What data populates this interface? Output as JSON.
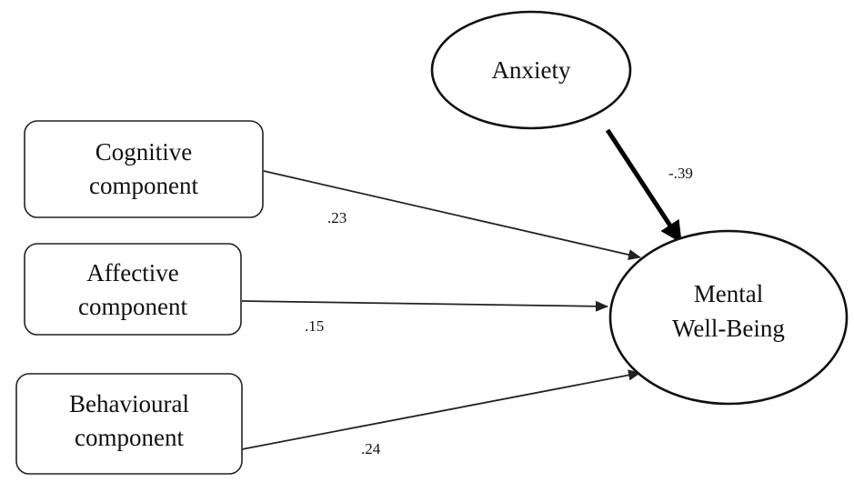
{
  "nodes": {
    "anxiety": {
      "line1": "Anxiety"
    },
    "cognitive": {
      "line1": "Cognitive",
      "line2": "component"
    },
    "affective": {
      "line1": "Affective",
      "line2": "component"
    },
    "behavioural": {
      "line1": "Behavioural",
      "line2": "component"
    },
    "wellbeing": {
      "line1": "Mental",
      "line2": "Well-Being"
    }
  },
  "paths": {
    "anxiety_to_wellbeing": {
      "coefficient": "-.39"
    },
    "cognitive_to_wellbeing": {
      "coefficient": ".23"
    },
    "affective_to_wellbeing": {
      "coefficient": ".15"
    },
    "behavioural_to_wellbeing": {
      "coefficient": ".24"
    }
  },
  "colors": {
    "stroke": "#222222",
    "bold_stroke": "#000000",
    "background": "#ffffff"
  }
}
